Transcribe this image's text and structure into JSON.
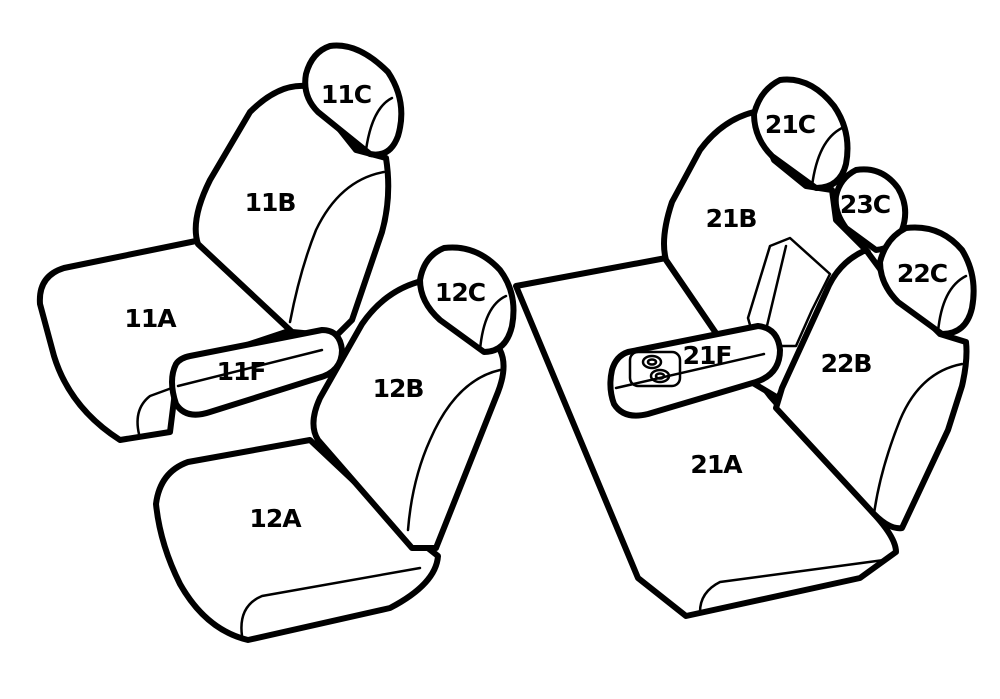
{
  "labels": {
    "p11A": "11A",
    "p11B": "11B",
    "p11C": "11C",
    "p11F": "11F",
    "p12A": "12A",
    "p12B": "12B",
    "p12C": "12C",
    "p21A": "21A",
    "p21B": "21B",
    "p21C": "21C",
    "p21F": "21F",
    "p22B": "22B",
    "p22C": "22C",
    "p23C": "23C"
  },
  "colors": {
    "stroke": "#000000",
    "fill": "#ffffff"
  }
}
